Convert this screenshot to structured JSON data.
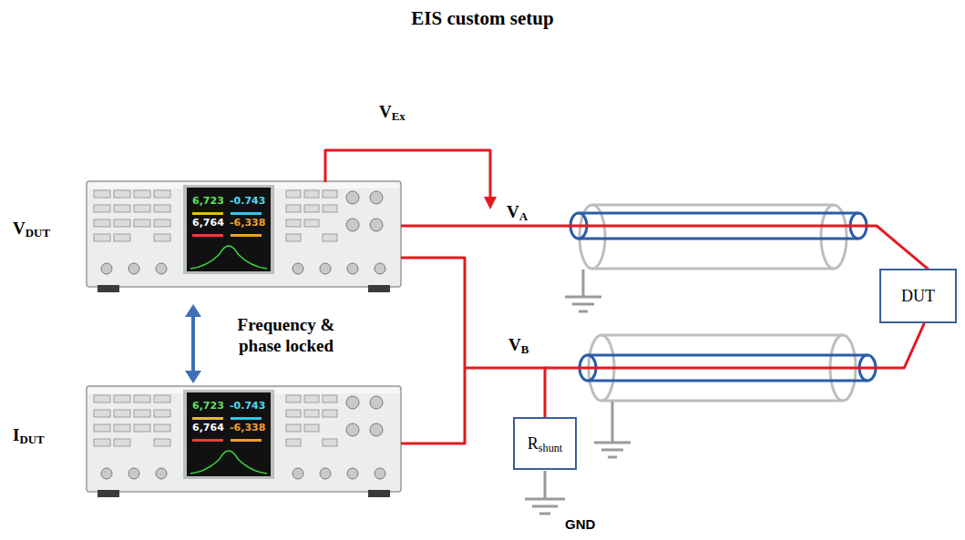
{
  "diagram": {
    "title": "EIS custom setup",
    "nodes": [
      {
        "text": [
          "DUT"
        ]
      },
      {
        "text": [
          "Rshunt"
        ]
      }
    ],
    "edges": [
      {
        "from": 0,
        "to": 1,
        "arrow": "none"
      }
    ],
    "labels": [
      "VEx",
      "VA",
      "VB",
      "VDUT",
      "IDUT",
      "Frequency & phase locked",
      "GND",
      "6,723",
      "-0.743",
      "6,764",
      "-6,338",
      "6,723",
      "-0.743",
      "6,764",
      "-6,338"
    ]
  }
}
